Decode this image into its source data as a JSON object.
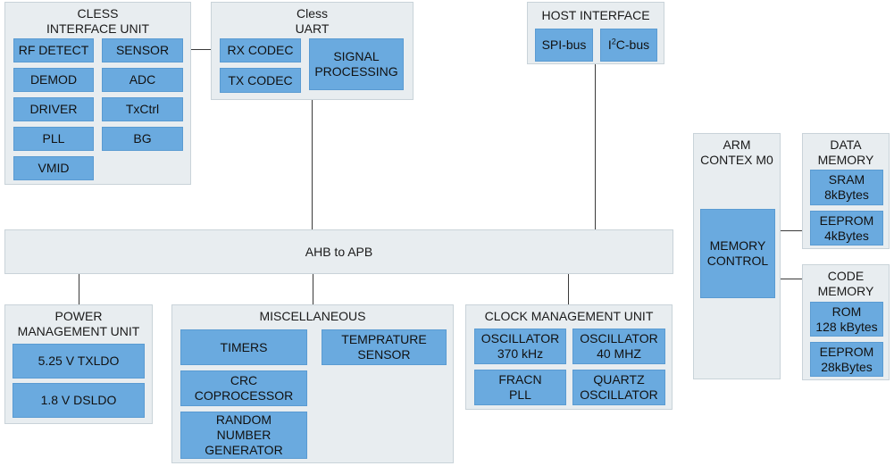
{
  "cless_interface": {
    "title": "CLESS\nINTERFACE UNIT",
    "blocks": [
      "RF DETECT",
      "SENSOR",
      "DEMOD",
      "ADC",
      "DRIVER",
      "TxCtrl",
      "PLL",
      "BG",
      "VMID"
    ]
  },
  "cless_uart": {
    "title": "Cless\nUART",
    "blocks": [
      "RX CODEC",
      "TX CODEC",
      "SIGNAL\nPROCESSING"
    ]
  },
  "host_interface": {
    "title": "HOST INTERFACE",
    "spi": "SPI-bus",
    "i2c_prefix": "I",
    "i2c_sup": "2",
    "i2c_suffix": "C-bus"
  },
  "bus": {
    "label": "AHB to APB"
  },
  "arm": {
    "title": "ARM\nCONTEX M0",
    "memory_control": "MEMORY\nCONTROL"
  },
  "data_memory": {
    "title": "DATA\nMEMORY",
    "blocks": [
      "SRAM\n8kBytes",
      "EEPROM\n4kBytes"
    ]
  },
  "code_memory": {
    "title": "CODE\nMEMORY",
    "blocks": [
      "ROM\n128 kBytes",
      "EEPROM\n28kBytes"
    ]
  },
  "power": {
    "title": "POWER\nMANAGEMENT UNIT",
    "blocks": [
      "5.25 V TXLDO",
      "1.8 V DSLDO"
    ]
  },
  "misc": {
    "title": "MISCELLANEOUS",
    "blocks": [
      "TIMERS",
      "TEMPRATURE\nSENSOR",
      "CRC\nCOPROCESSOR",
      "RANDOM\nNUMBER\nGENERATOR"
    ]
  },
  "clock": {
    "title": "CLOCK MANAGEMENT UNIT",
    "blocks": [
      "OSCILLATOR\n370 kHz",
      "OSCILLATOR\n40 MHZ",
      "FRACN\nPLL",
      "QUARTZ\nOSCILLATOR"
    ]
  }
}
